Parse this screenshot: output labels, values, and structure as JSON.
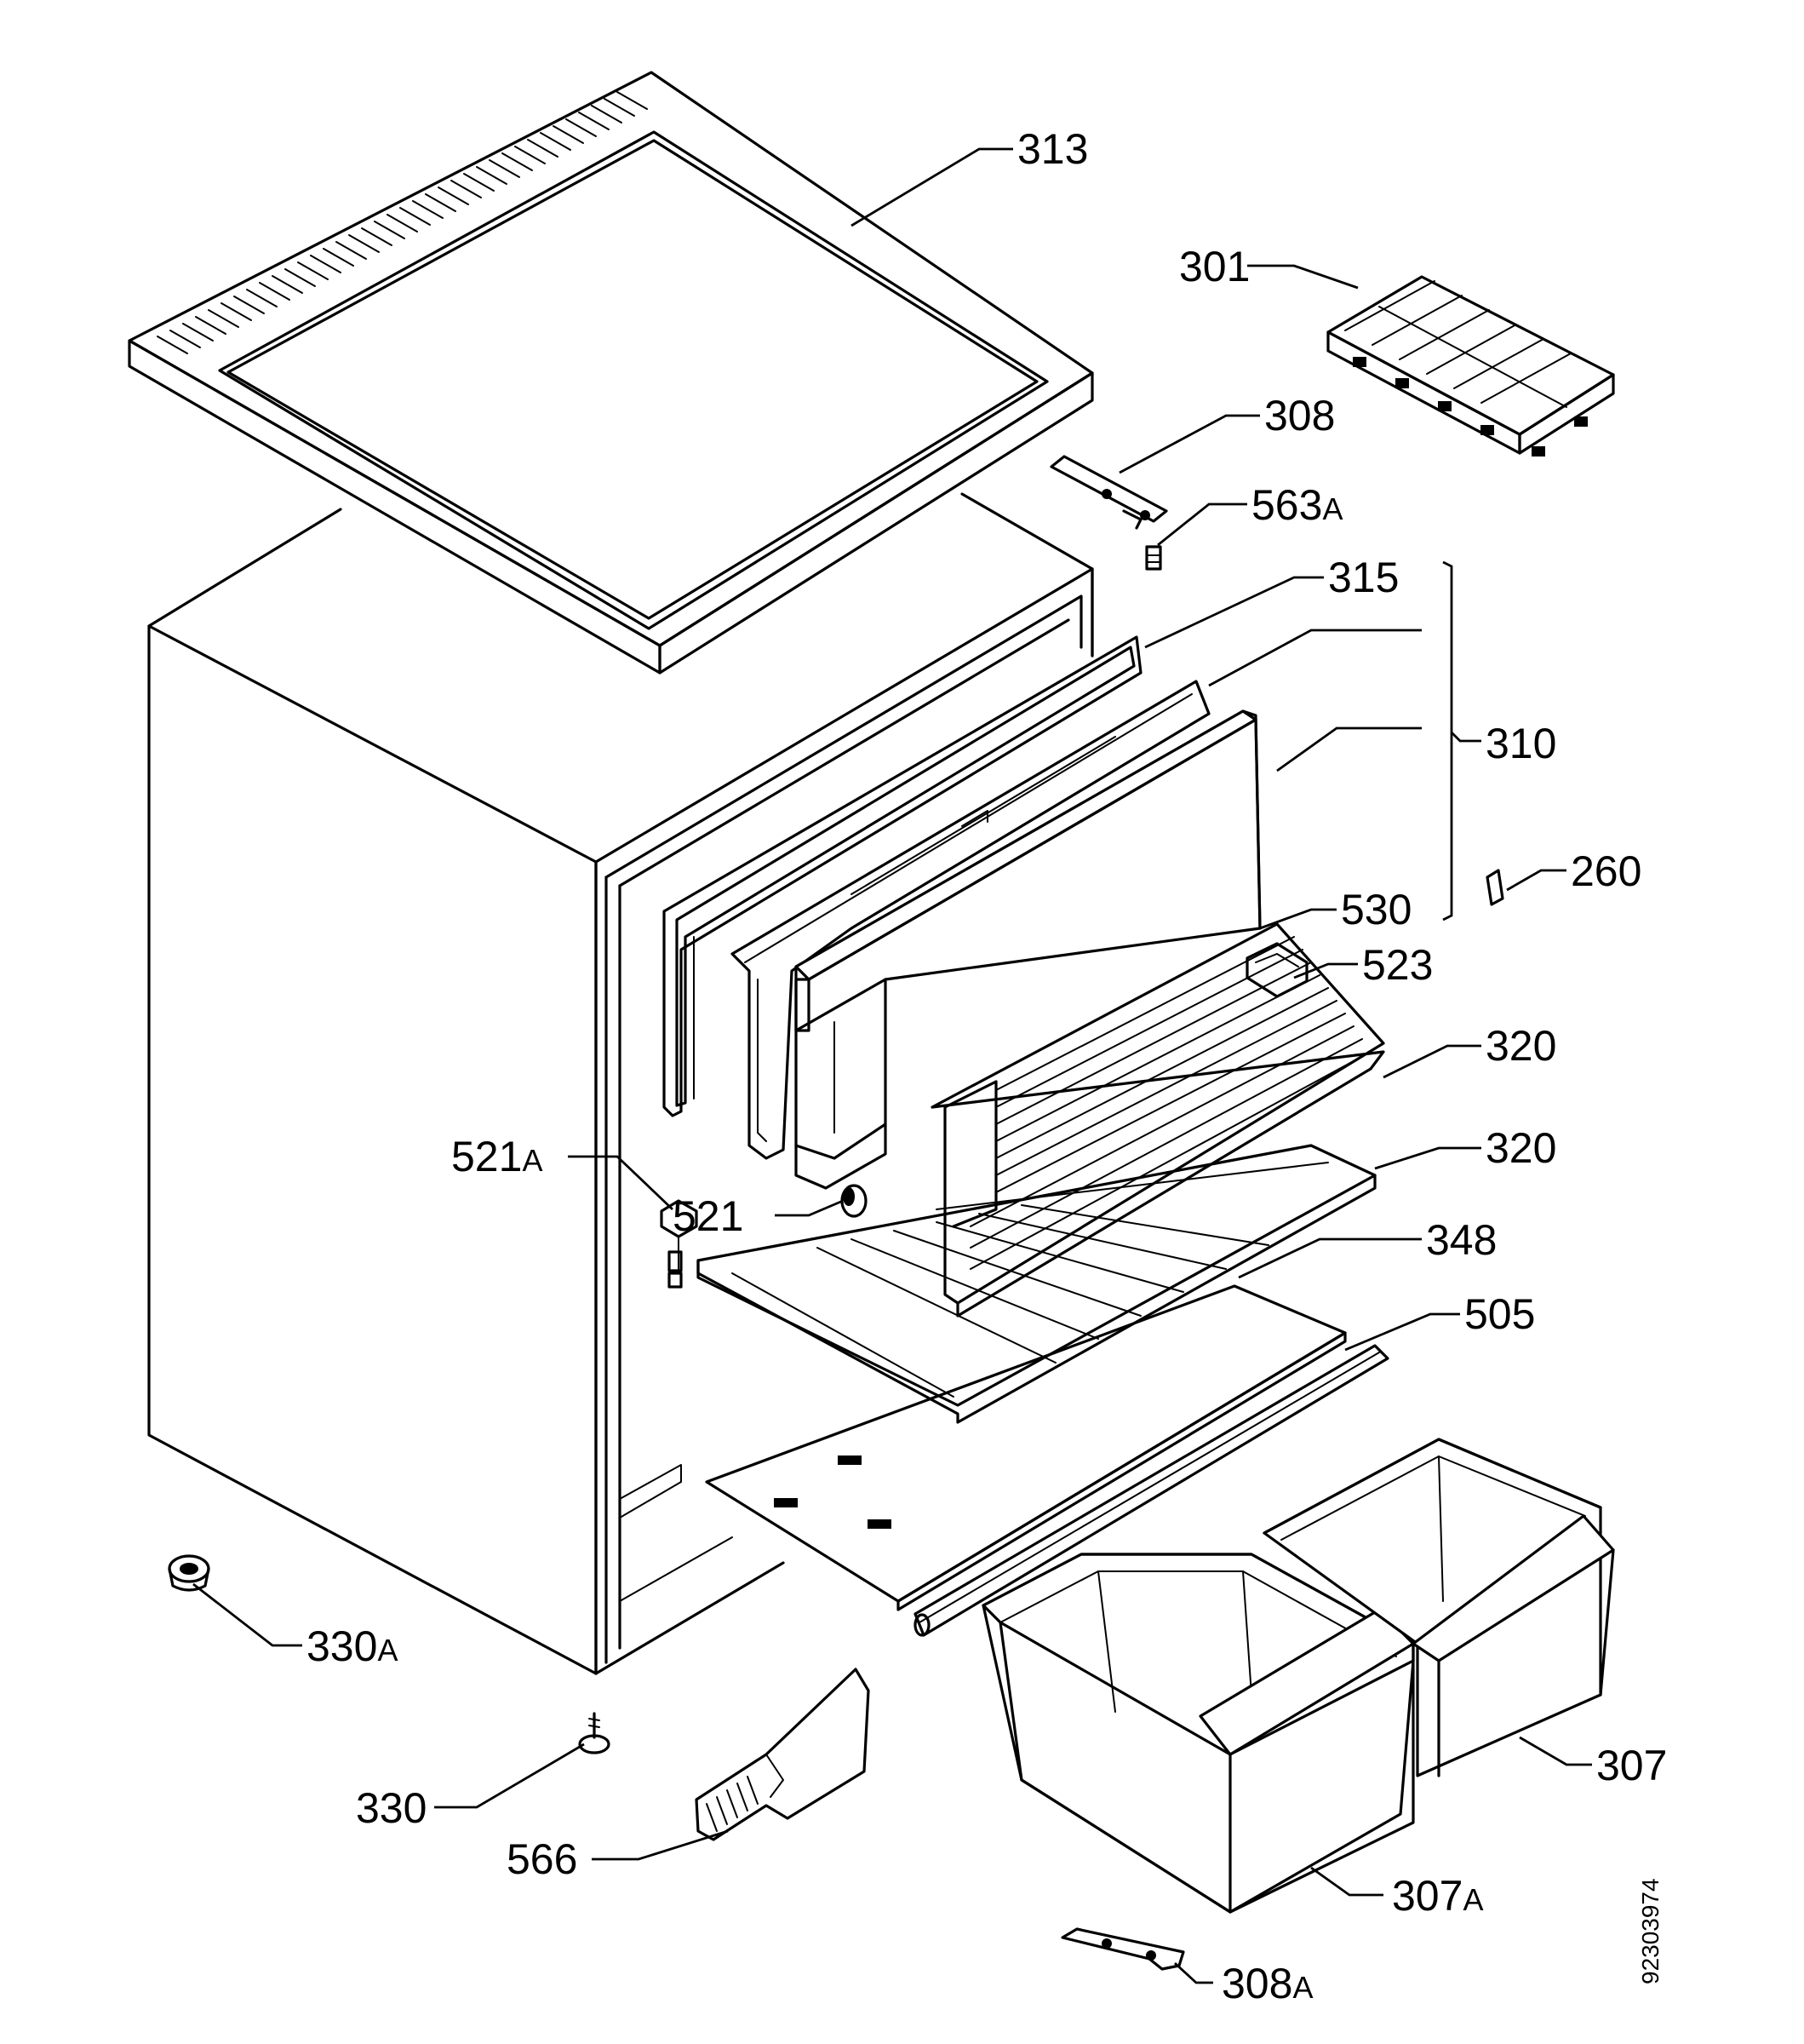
{
  "diagram": {
    "parts": [
      {
        "id": "313",
        "number": "313",
        "suffix": ""
      },
      {
        "id": "301",
        "number": "301",
        "suffix": ""
      },
      {
        "id": "308",
        "number": "308",
        "suffix": ""
      },
      {
        "id": "563A",
        "number": "563",
        "suffix": "A"
      },
      {
        "id": "315",
        "number": "315",
        "suffix": ""
      },
      {
        "id": "310",
        "number": "310",
        "suffix": ""
      },
      {
        "id": "260",
        "number": "260",
        "suffix": ""
      },
      {
        "id": "530",
        "number": "530",
        "suffix": ""
      },
      {
        "id": "523",
        "number": "523",
        "suffix": ""
      },
      {
        "id": "320a",
        "number": "320",
        "suffix": ""
      },
      {
        "id": "320b",
        "number": "320",
        "suffix": ""
      },
      {
        "id": "521A",
        "number": "521",
        "suffix": "A"
      },
      {
        "id": "521",
        "number": "521",
        "suffix": ""
      },
      {
        "id": "348",
        "number": "348",
        "suffix": ""
      },
      {
        "id": "505",
        "number": "505",
        "suffix": ""
      },
      {
        "id": "330A",
        "number": "330",
        "suffix": "A"
      },
      {
        "id": "330",
        "number": "330",
        "suffix": ""
      },
      {
        "id": "307",
        "number": "307",
        "suffix": ""
      },
      {
        "id": "566",
        "number": "566",
        "suffix": ""
      },
      {
        "id": "307A",
        "number": "307",
        "suffix": "A"
      },
      {
        "id": "308A",
        "number": "308",
        "suffix": "A"
      }
    ],
    "document_number": "92303974",
    "line_color": "#000000",
    "background_color": "#ffffff"
  }
}
